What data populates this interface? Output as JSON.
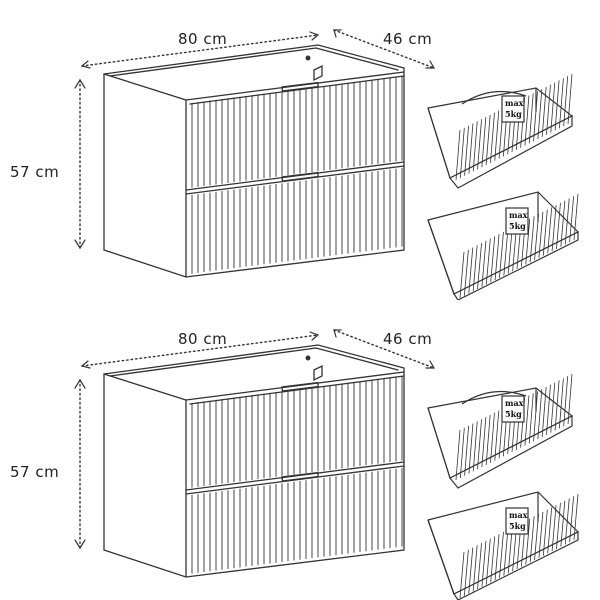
{
  "dimensions": {
    "width": "80 cm",
    "depth": "46 cm",
    "height": "57 cm"
  },
  "drawer_load": {
    "line1": "max",
    "line2": "5kg"
  },
  "colors": {
    "line": "#333333",
    "background": "#ffffff"
  }
}
